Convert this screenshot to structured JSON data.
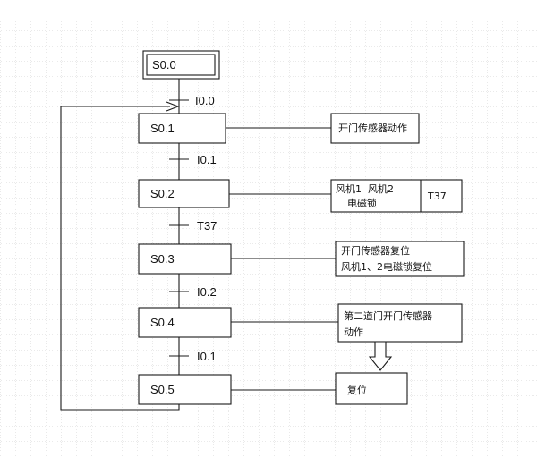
{
  "diagram": {
    "initial_step": {
      "label": "S0.0"
    },
    "steps": [
      {
        "label": "S0.1",
        "transition": "I0.0",
        "action": [
          "开门传感器动作"
        ]
      },
      {
        "label": "S0.2",
        "transition": "I0.1",
        "action": [
          "风机1  风机2",
          "电磁锁"
        ],
        "timer": "T37"
      },
      {
        "label": "S0.3",
        "transition": "T37",
        "action": [
          "开门传感器复位",
          "风机1、2电磁锁复位"
        ]
      },
      {
        "label": "S0.4",
        "transition": "I0.2",
        "action": [
          "第二道门开门传感器",
          "动作"
        ]
      },
      {
        "label": "S0.5",
        "transition": "I0.1",
        "action": [
          "复位"
        ]
      }
    ]
  },
  "colors": {
    "line": "#1a1a1a",
    "grid": "#c8c8c8",
    "background": "#ffffff"
  }
}
